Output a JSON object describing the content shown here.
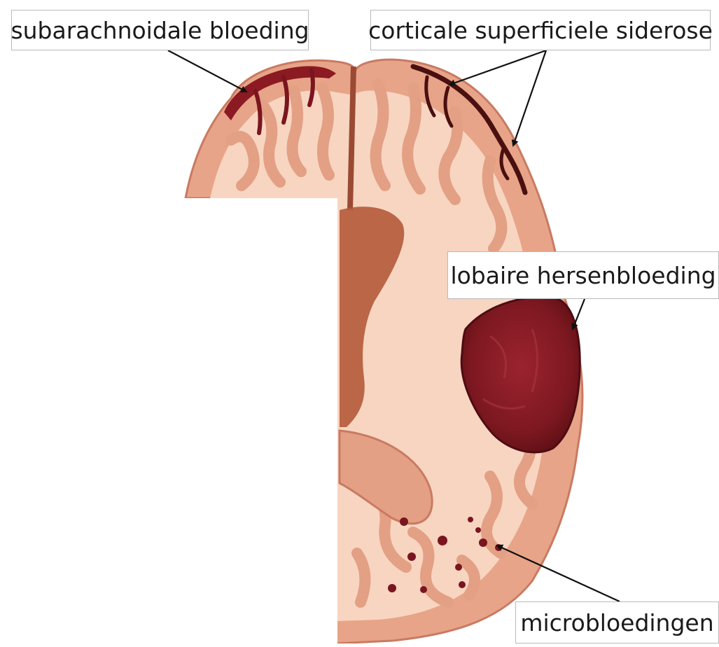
{
  "labels": {
    "subarachnoid": "subarachnoidale bloeding",
    "cortical_siderosis": "corticale superficiele siderose",
    "lobar_hemorrhage": "lobaire hersenbloeding",
    "microbleeds": "microbloedingen"
  },
  "colors": {
    "cortex": "#e8a488",
    "cortex_dark": "#c97a62",
    "white_matter": "#f7d5c1",
    "hemorrhage": "#8b1a22",
    "hemorrhage_dark": "#5e0f15",
    "ventricle": "#b35a3a",
    "background": "#ffffff",
    "arrow": "#111111"
  }
}
